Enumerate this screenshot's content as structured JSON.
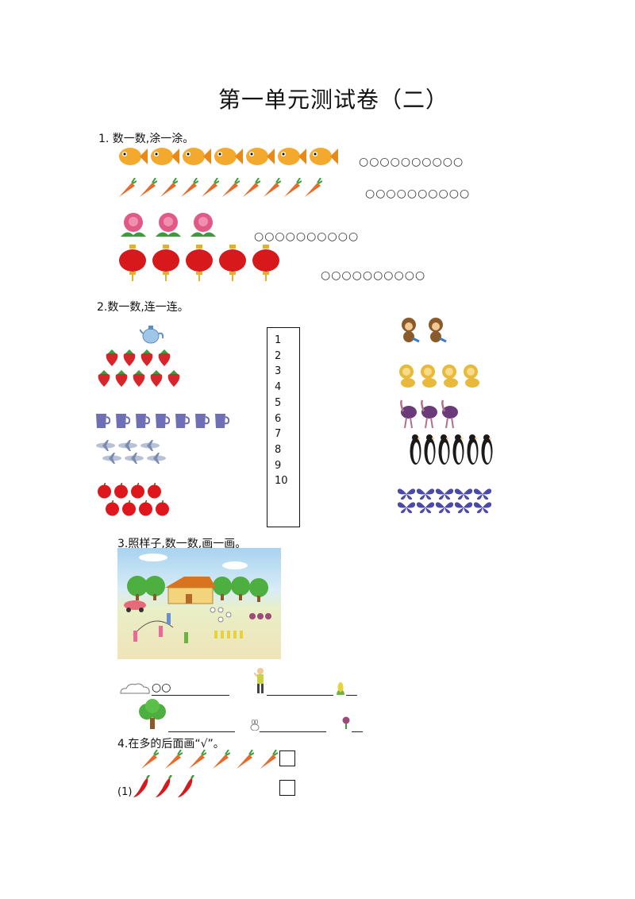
{
  "title": "第一单元测试卷（二）",
  "q1": {
    "heading": "1. 数一数,涂一涂。",
    "circles": "○○○○○○○○○○",
    "rows": [
      {
        "icon": "fish",
        "count": 7
      },
      {
        "icon": "carrot",
        "count": 10
      },
      {
        "icon": "flower",
        "count": 3
      },
      {
        "icon": "lantern",
        "count": 5
      }
    ]
  },
  "q2": {
    "heading": "2.数一数,连一连。",
    "numbers": [
      "1",
      "2",
      "3",
      "4",
      "5",
      "6",
      "7",
      "8",
      "9",
      "10"
    ],
    "left_groups": [
      {
        "icon": "teapot",
        "count": 1
      },
      {
        "icon": "strawberry",
        "count": 9
      },
      {
        "icon": "cup",
        "count": 7
      },
      {
        "icon": "airplane",
        "count": 6
      },
      {
        "icon": "apple",
        "count": 8
      }
    ],
    "right_groups": [
      {
        "icon": "monkey",
        "count": 2
      },
      {
        "icon": "lion",
        "count": 4
      },
      {
        "icon": "ostrich",
        "count": 3
      },
      {
        "icon": "penguin",
        "count": 6
      },
      {
        "icon": "butterfly",
        "count": 10
      }
    ]
  },
  "q3": {
    "heading": "3.照样子,数一数,画一画。",
    "example_circles": "○○",
    "items": [
      "cloud",
      "person",
      "corn",
      "tree",
      "rabbit",
      "flower"
    ]
  },
  "q4": {
    "heading": "4.在多的后面画“√”。",
    "label1": "(1)",
    "row1": {
      "icon": "carrot",
      "count": 6
    },
    "row2": {
      "icon": "pepper",
      "count": 3
    }
  },
  "colors": {
    "fish": "#f2a92e",
    "carrot": "#e8692a",
    "lantern": "#d7191c",
    "strawberry": "#d7262b",
    "cup": "#6e6fb4",
    "apple": "#e0161d",
    "flower": "#e15a86",
    "leaf": "#3d9c3a"
  }
}
